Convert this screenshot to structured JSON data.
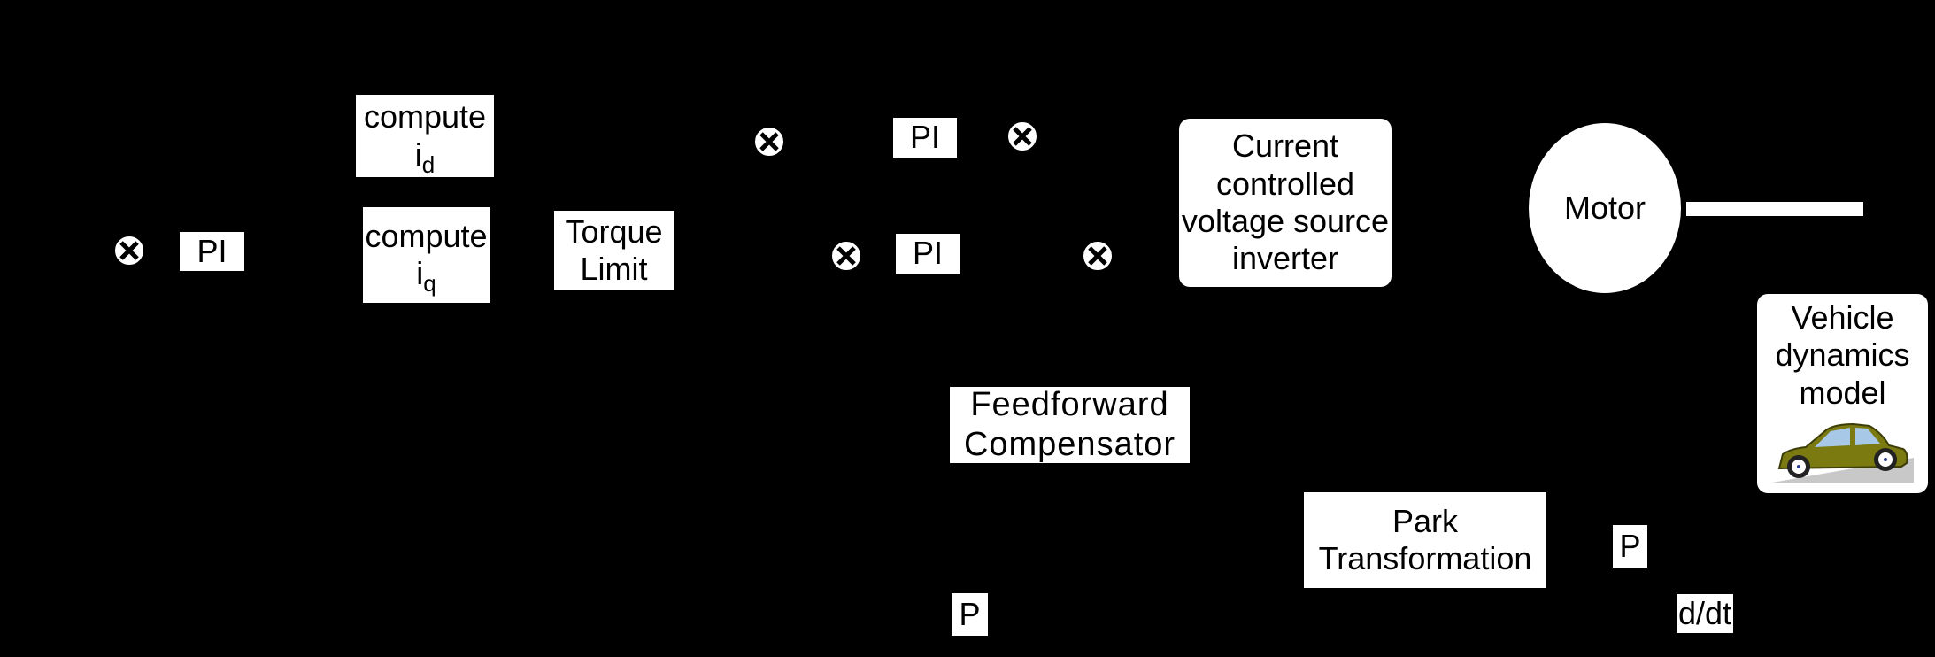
{
  "blocks": {
    "pi_speed": "PI",
    "compute_id": {
      "line1": "compute",
      "base": "i",
      "sub": "d"
    },
    "compute_iq": {
      "line1": "compute",
      "base": "i",
      "sub": "q"
    },
    "torque_limit": [
      "Torque",
      "Limit"
    ],
    "pi_d": "PI",
    "pi_q": "PI",
    "inverter": [
      "Current",
      "controlled",
      "voltage source",
      "inverter"
    ],
    "motor": "Motor",
    "vehicle": [
      "Vehicle",
      "dynamics",
      "model"
    ],
    "feedforward": [
      "Feedforward",
      "Compensator"
    ],
    "park": [
      "Park",
      "Transformation"
    ],
    "p_right": "P",
    "p_bottom": "P",
    "ddt": "d/dt"
  },
  "colors": {
    "background": "#000000",
    "block_fill": "#ffffff",
    "car_body": "#7a7a10",
    "car_window": "#a8c8e8",
    "road": "#c8c8c8"
  },
  "icons": {
    "summing_junction": "circle-with-x",
    "vehicle": "car-on-slope"
  }
}
